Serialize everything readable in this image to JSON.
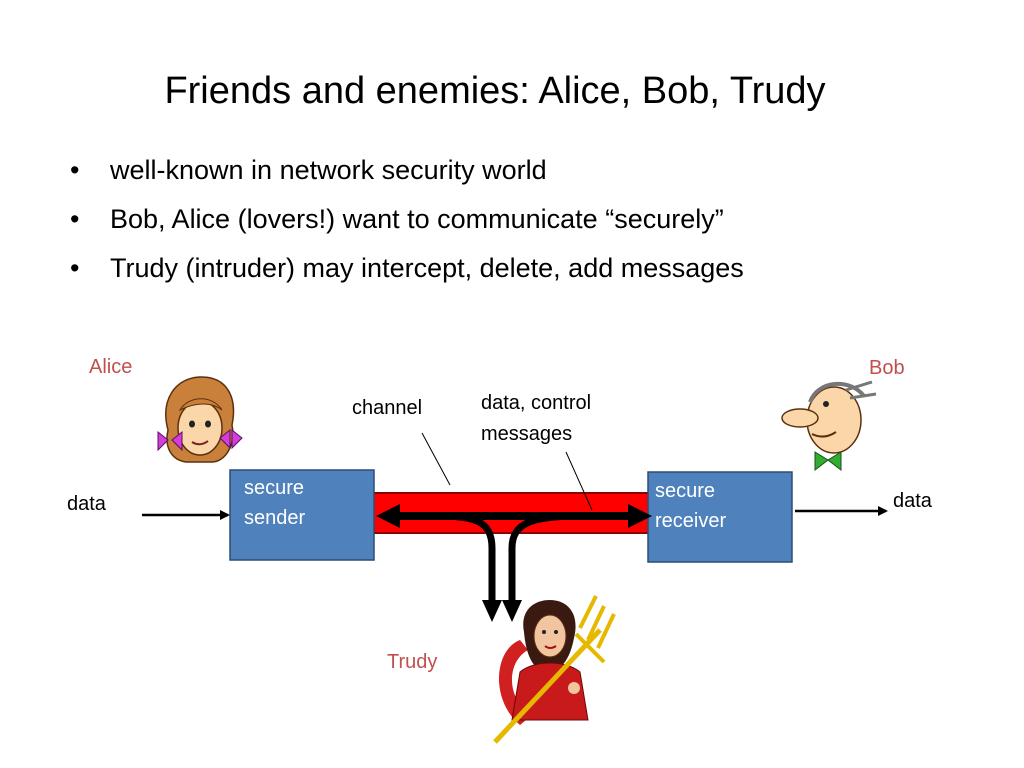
{
  "slide": {
    "title": "Friends and enemies: Alice, Bob, Trudy",
    "bullets": [
      "well-known in network security world",
      "Bob, Alice (lovers!) want to communicate “securely”",
      "Trudy (intruder) may intercept, delete, add messages"
    ]
  },
  "diagram": {
    "alice_label": "Alice",
    "bob_label": "Bob",
    "trudy_label": "Trudy",
    "channel_label": "channel",
    "messages_label_line1": "data, control",
    "messages_label_line2": "messages",
    "input_label": "data",
    "output_label": "data",
    "sender_line1": "secure",
    "sender_line2": "sender",
    "receiver_line1": "secure",
    "receiver_line2": "receiver"
  },
  "colors": {
    "box_fill": "#4f81bd",
    "channel_fill": "#ff0000",
    "label_red": "#c0504d"
  },
  "icons": {
    "bullet": "•",
    "alice": "alice-cartoon-icon",
    "bob": "bob-cartoon-icon",
    "trudy": "trudy-devil-icon"
  }
}
